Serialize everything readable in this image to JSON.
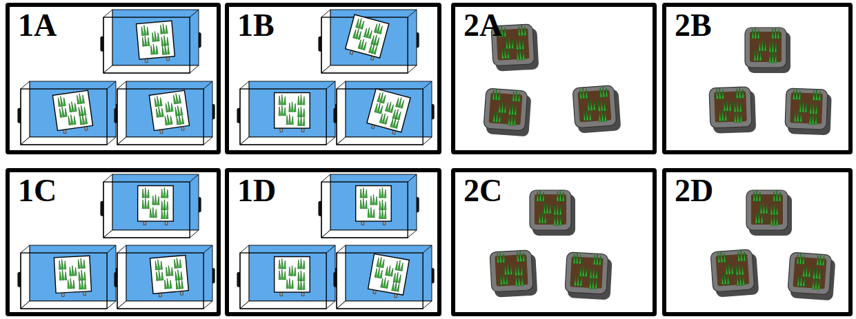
{
  "diagram": {
    "nodes": [
      {
        "text": [
          "1A"
        ]
      },
      {
        "text": [
          "1B"
        ]
      },
      {
        "text": [
          "2A"
        ]
      },
      {
        "text": [
          "2B"
        ]
      },
      {
        "text": [
          "1C"
        ]
      },
      {
        "text": [
          "1D"
        ]
      },
      {
        "text": [
          "2C"
        ]
      },
      {
        "text": [
          "2D"
        ]
      }
    ]
  }
}
